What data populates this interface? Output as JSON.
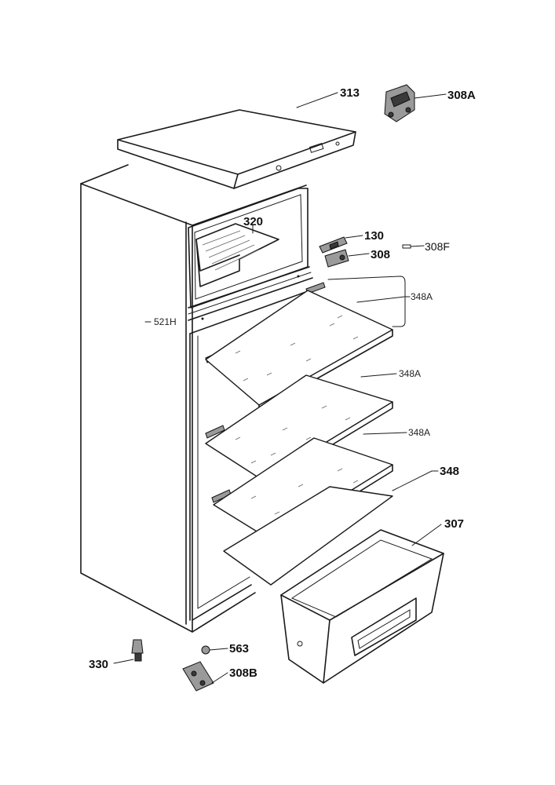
{
  "labels": {
    "p313": "313",
    "p308A": "308A",
    "p320": "320",
    "p130": "130",
    "p308": "308",
    "p308F": "308F",
    "p348A_1": "348A",
    "p521H": "521H",
    "p348A_2": "348A",
    "p348A_3": "348A",
    "p348": "348",
    "p307": "307",
    "p563": "563",
    "p330": "330",
    "p308B": "308B"
  }
}
